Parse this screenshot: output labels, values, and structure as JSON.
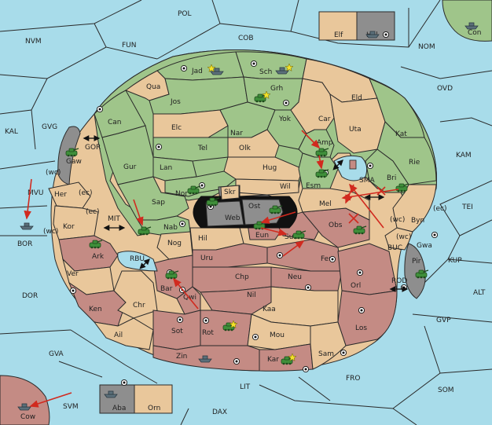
{
  "colors": {
    "water": "#a8dcea",
    "power_green": "#9fc58a",
    "power_tan": "#e9c79b",
    "power_red": "#c48b84",
    "impassable": "#8e8e8e",
    "order_arrow": "#d12a1f"
  },
  "regions": {
    "pol": "POL",
    "cob": "COB",
    "fun": "FUN",
    "nvm": "NVM",
    "nom": "NOM",
    "ovd": "OVD",
    "kal": "KAL",
    "gvg": "GVG",
    "kam": "KAM",
    "tei": "TEI",
    "bor": "BOR",
    "mvu": "MVU",
    "dor": "DOR",
    "gva": "GVA",
    "svm": "SVM",
    "lit": "LIT",
    "dax": "DAX",
    "fro": "FRO",
    "som": "SOM",
    "gvp": "GVP",
    "alt": "ALT",
    "kup": "KUP",
    "buc": "BUC",
    "rod": "ROD",
    "gor": "GOR",
    "mit": "MIT",
    "rbu": "RBU",
    "sma": "SMA",
    "elf": "Elf",
    "hel": "Hel",
    "con": "Con",
    "cow": "Cow",
    "aba": "Aba",
    "orn": "Orn",
    "jad": "Jad",
    "sch": "Sch",
    "qua": "Qua",
    "jos": "Jos",
    "grh": "Grh",
    "eld": "Eld",
    "can": "Can",
    "elc": "Elc",
    "nar": "Nar",
    "yok": "Yok",
    "car": "Car",
    "uta": "Uta",
    "kat": "Kat",
    "tel": "Tel",
    "olk": "Olk",
    "amp": "Amp",
    "gur": "Gur",
    "lan": "Lan",
    "hug": "Hug",
    "esm": "Esm",
    "rie": "Rie",
    "bri": "Bri",
    "gaw": "Gaw",
    "her": "Her",
    "nor": "Nor",
    "skr": "Skr",
    "wil": "Wil",
    "ost": "Ost",
    "web": "Web",
    "sap": "Sap",
    "mel": "Mel",
    "byn": "Byn",
    "kor": "Kor",
    "nab": "Nab",
    "hil": "Hil",
    "eun": "Eun",
    "sun": "Sun",
    "obs": "Obs",
    "gwa": "Gwa",
    "ark": "Ark",
    "nog": "Nog",
    "uru": "Uru",
    "feu": "Feu",
    "pir": "Pir",
    "ver": "Ver",
    "chp": "Chp",
    "neu": "Neu",
    "orl": "Orl",
    "bar": "Bar",
    "qwi": "Qwi",
    "nil": "Nil",
    "ken": "Ken",
    "chr": "Chr",
    "kaa": "Kaa",
    "los": "Los",
    "sot": "Sot",
    "rot": "Rot",
    "ail": "Ail",
    "mou": "Mou",
    "zin": "Zin",
    "kar": "Kar",
    "sam": "Sam"
  },
  "coast_labels": {
    "her_wc": "(wc)",
    "her_ec": "(ec)",
    "kor_ec": "(ec)",
    "kor_wc": "(wc)",
    "byn_wc": "(wc)",
    "byn_ec": "(ec)",
    "gwa_wc": "(wc)"
  },
  "icons": {
    "army": "army-icon",
    "fleet": "fleet-icon",
    "supply_center": "supply-center-icon",
    "victory_star": "star-icon",
    "order_arrow": "order-arrow-icon",
    "failed_order": "failed-order-cross-icon",
    "canal": "two-way-arrow-icon"
  }
}
